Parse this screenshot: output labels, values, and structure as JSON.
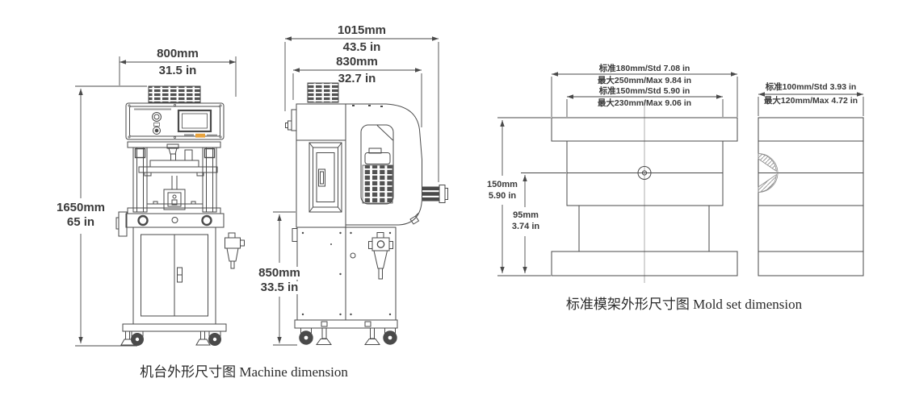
{
  "figures": {
    "machine": {
      "caption": "机台外形尺寸图 Machine dimension",
      "dims": {
        "front_width_mm": "800mm",
        "front_width_in": "31.5 in",
        "height_mm": "1650mm",
        "height_in": "65 in",
        "side_depth_total_mm": "1015mm",
        "side_depth_total_in": "43.5 in",
        "side_depth_body_mm": "830mm",
        "side_depth_body_in": "32.7 in",
        "side_lower_height_mm": "850mm",
        "side_lower_height_in": "33.5 in"
      }
    },
    "mold": {
      "caption": "标准模架外形尺寸图 Mold set dimension",
      "dims": {
        "front_outer_std": "标准180mm/Std 7.08 in",
        "front_outer_max": "最大250mm/Max 9.84 in",
        "front_inner_std": "标准150mm/Std 5.90 in",
        "front_inner_max": "最大230mm/Max 9.06 in",
        "front_height_mm": "150mm",
        "front_height_in": "5.90 in",
        "front_lower_height_mm": "95mm",
        "front_lower_height_in": "3.74 in",
        "side_width_std": "标准100mm/Std 3.93 in",
        "side_width_max": "最大120mm/Max 4.72 in"
      }
    }
  },
  "colors": {
    "line": "#4a4a4a",
    "panel_label_orange": "#e8a33d"
  }
}
